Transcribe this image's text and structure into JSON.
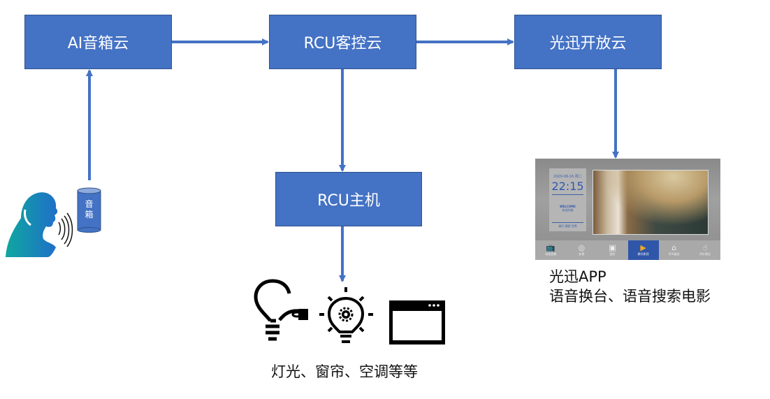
{
  "nodes": {
    "ai_speaker_cloud": "AI音箱云",
    "rcu_guest_cloud": "RCU客控云",
    "guangxun_open_cloud": "光迅开放云",
    "rcu_host": "RCU主机"
  },
  "speaker": {
    "label_line1": "音",
    "label_line2": "箱"
  },
  "devices_caption": "灯光、窗帘、空调等等",
  "app_caption": {
    "line1": "光迅APP",
    "line2": "语音换台、语音搜索电影"
  },
  "tv_screen": {
    "date": "2020-06-16  周二",
    "time": "22:15",
    "welcome": "WELCOME",
    "welcome_sub": "欢迎光临",
    "footer": "旅行 搜索 世界",
    "menu": [
      {
        "label": "电视直播",
        "icon": "tv-icon"
      },
      {
        "label": "安视",
        "icon": "camera-icon"
      },
      {
        "label": "遥控",
        "icon": "remote-icon"
      },
      {
        "label": "腾讯影视",
        "icon": "video-play-icon",
        "active": true
      },
      {
        "label": "早叫服务",
        "icon": "bed-icon"
      },
      {
        "label": "评价建议",
        "icon": "thumbs-up-icon"
      }
    ]
  },
  "colors": {
    "box_fill": "#4472c4",
    "box_border": "#2f528f",
    "arrow": "#4472c4",
    "person_gradient_start": "#0fa7a0",
    "person_gradient_end": "#1f6fc8"
  }
}
